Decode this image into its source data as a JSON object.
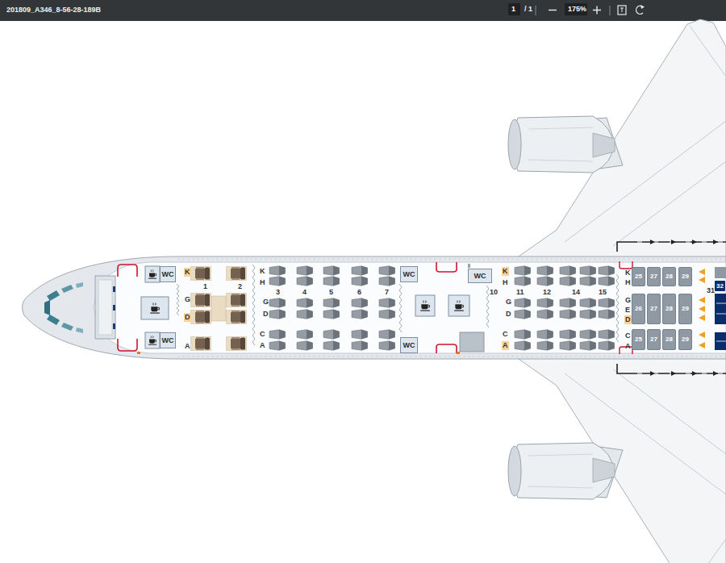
{
  "diagram": {
    "nodes": [
      {
        "text": [
          "WC"
        ]
      },
      {
        "text": [
          "WC"
        ]
      },
      {
        "text": [
          "WC"
        ]
      },
      {
        "text": [
          "WC"
        ]
      },
      {
        "text": [
          "WC"
        ]
      },
      {
        "text": [
          "25"
        ]
      },
      {
        "text": [
          "27"
        ]
      },
      {
        "text": [
          "28"
        ]
      },
      {
        "text": [
          "29"
        ]
      },
      {
        "text": [
          "26"
        ]
      },
      {
        "text": [
          "27"
        ]
      },
      {
        "text": [
          "28"
        ]
      },
      {
        "text": [
          "29"
        ]
      },
      {
        "text": [
          "25"
        ]
      },
      {
        "text": [
          "27"
        ]
      },
      {
        "text": [
          "28"
        ]
      },
      {
        "text": [
          "29"
        ]
      },
      {
        "text": [
          "32"
        ]
      }
    ],
    "labels": [
      "201809_A346_8-56-28-189B",
      "1",
      "/ 1",
      "175%",
      "K",
      "G",
      "D",
      "A",
      "1",
      "2",
      "K",
      "H",
      "G",
      "D",
      "C",
      "A",
      "3",
      "4",
      "5",
      "6",
      "7",
      "K",
      "H",
      "G",
      "D",
      "C",
      "A",
      "10",
      "11",
      "12",
      "14",
      "15",
      "K",
      "H",
      "G",
      "E",
      "D",
      "C",
      "A",
      "31"
    ]
  }
}
